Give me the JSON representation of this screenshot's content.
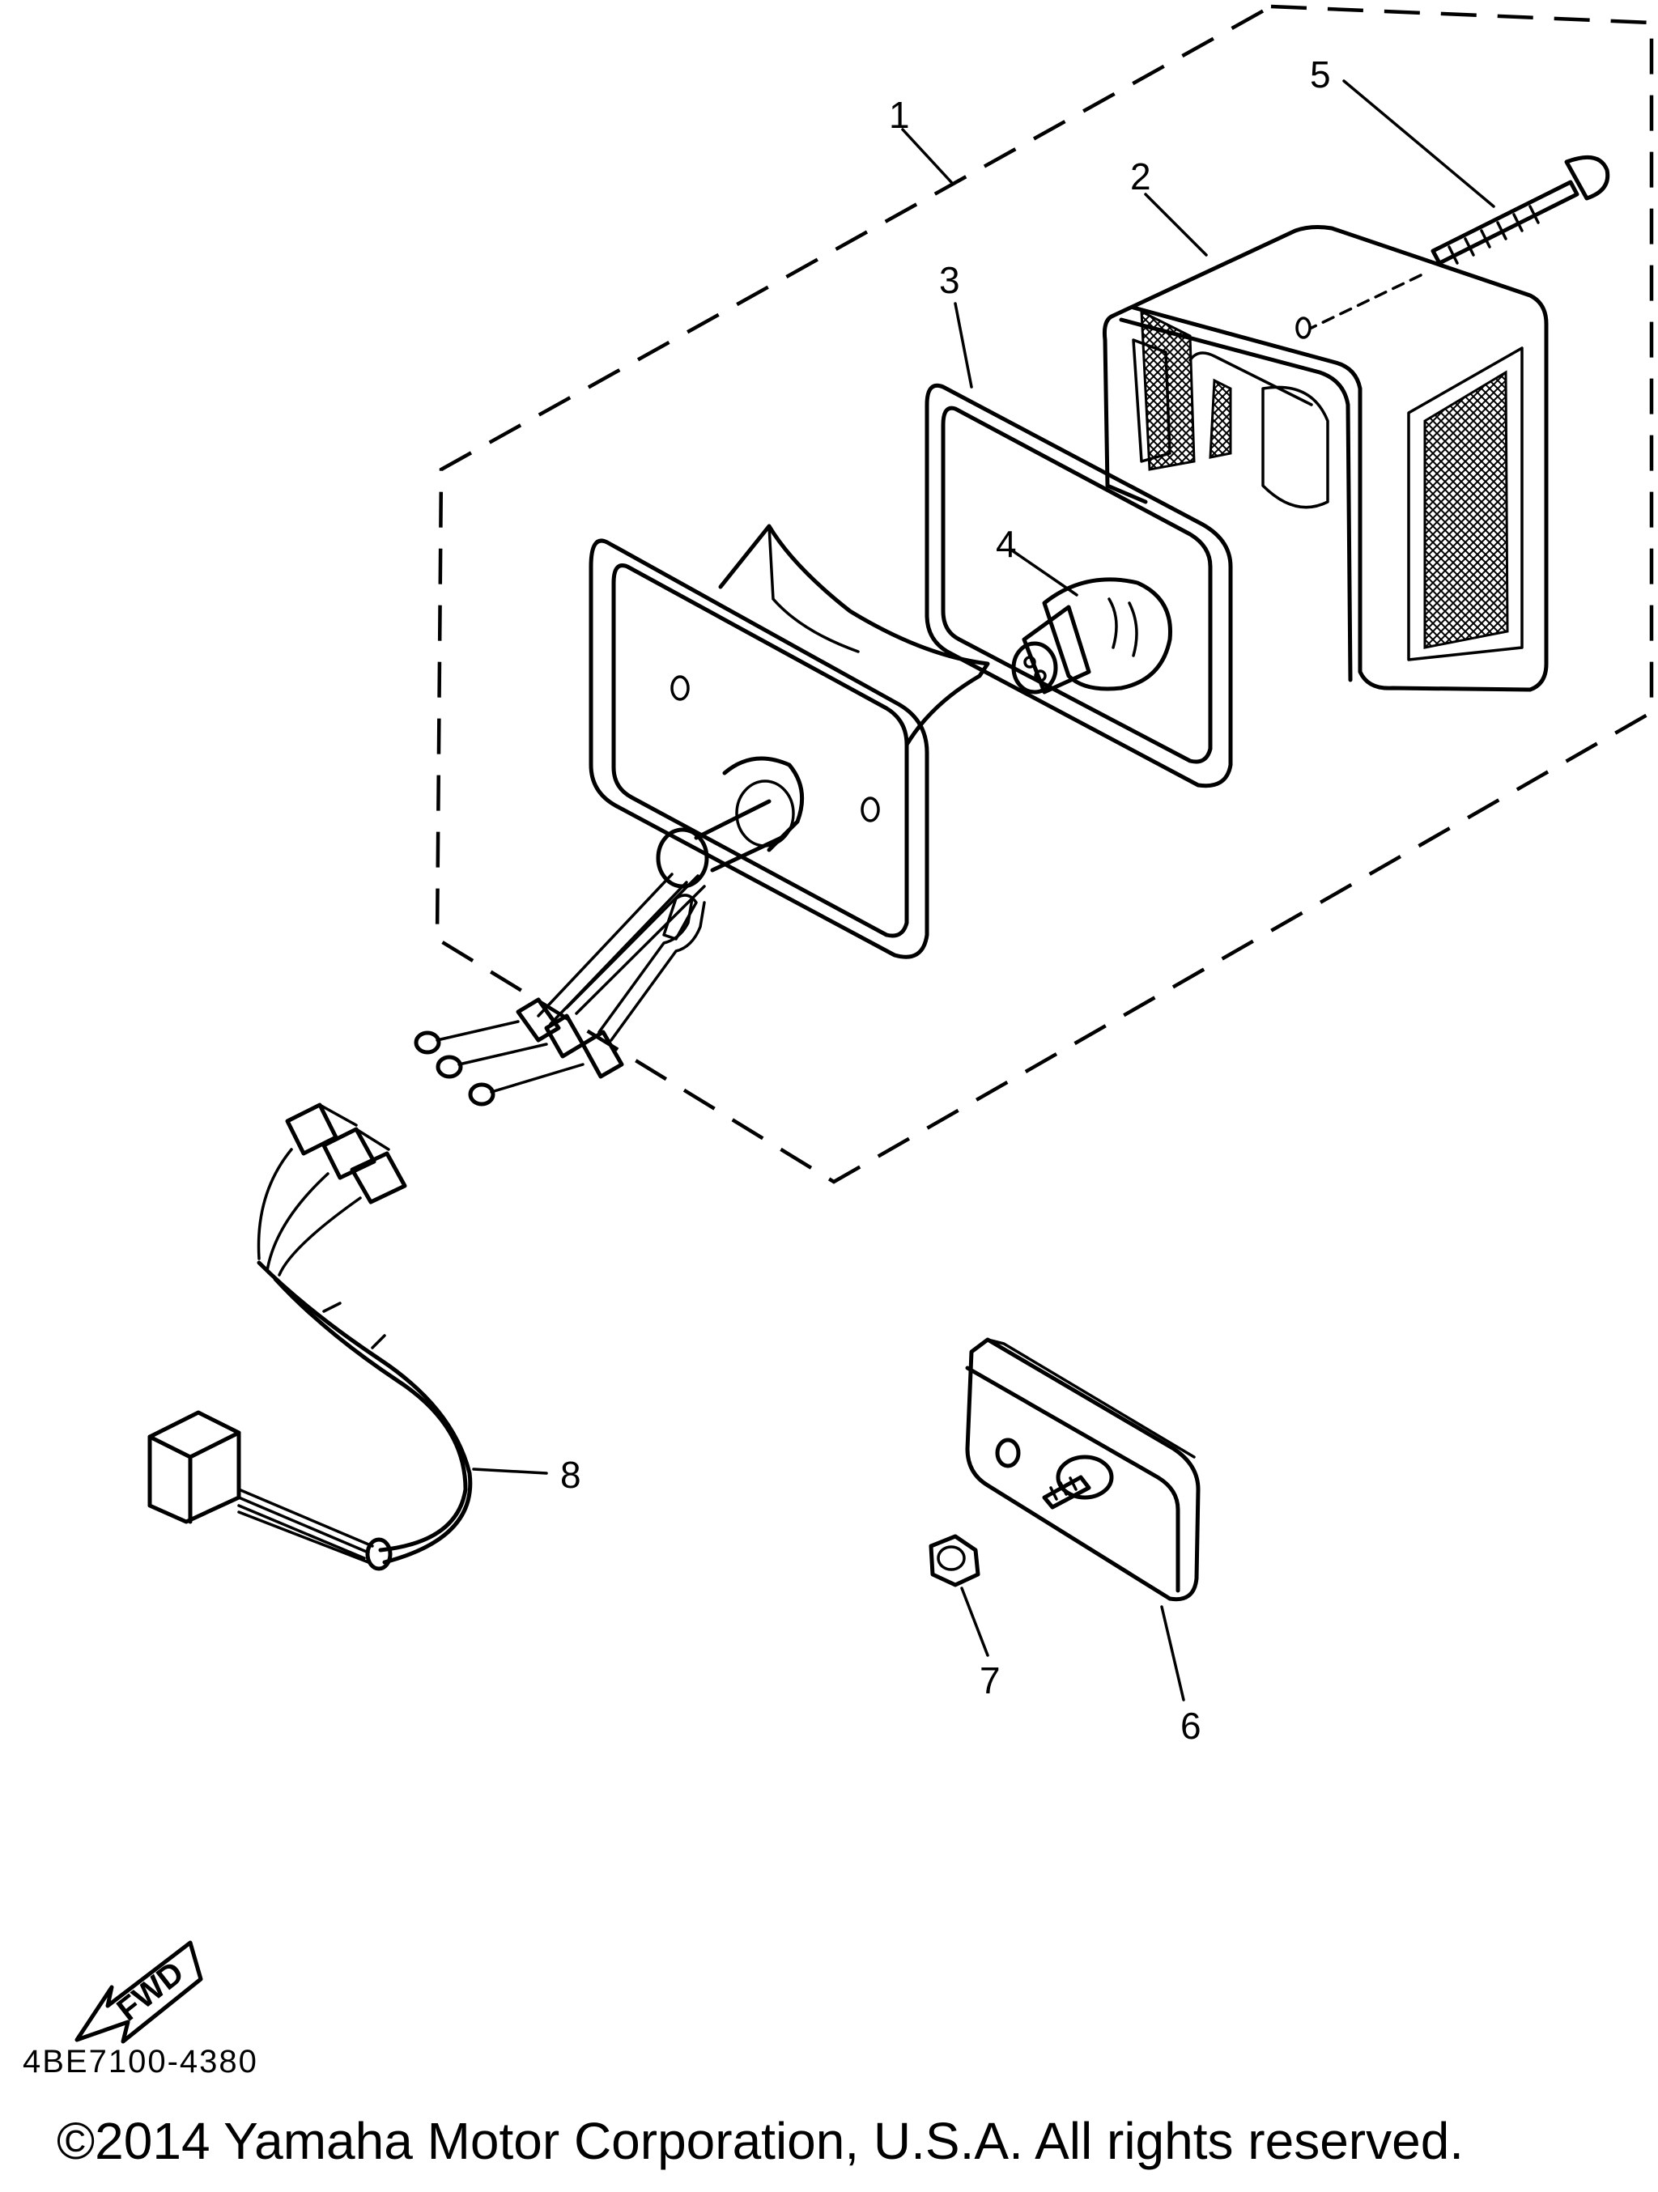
{
  "callouts": [
    {
      "id": "1",
      "label": "1"
    },
    {
      "id": "2",
      "label": "2"
    },
    {
      "id": "3",
      "label": "3"
    },
    {
      "id": "4",
      "label": "4"
    },
    {
      "id": "5",
      "label": "5"
    },
    {
      "id": "6",
      "label": "6"
    },
    {
      "id": "7",
      "label": "7"
    },
    {
      "id": "8",
      "label": "8"
    }
  ],
  "fwd_label": "FWD",
  "diagram_code": "4BE7100-4380",
  "copyright": "©2014 Yamaha Motor Corporation, U.S.A. All rights reserved."
}
